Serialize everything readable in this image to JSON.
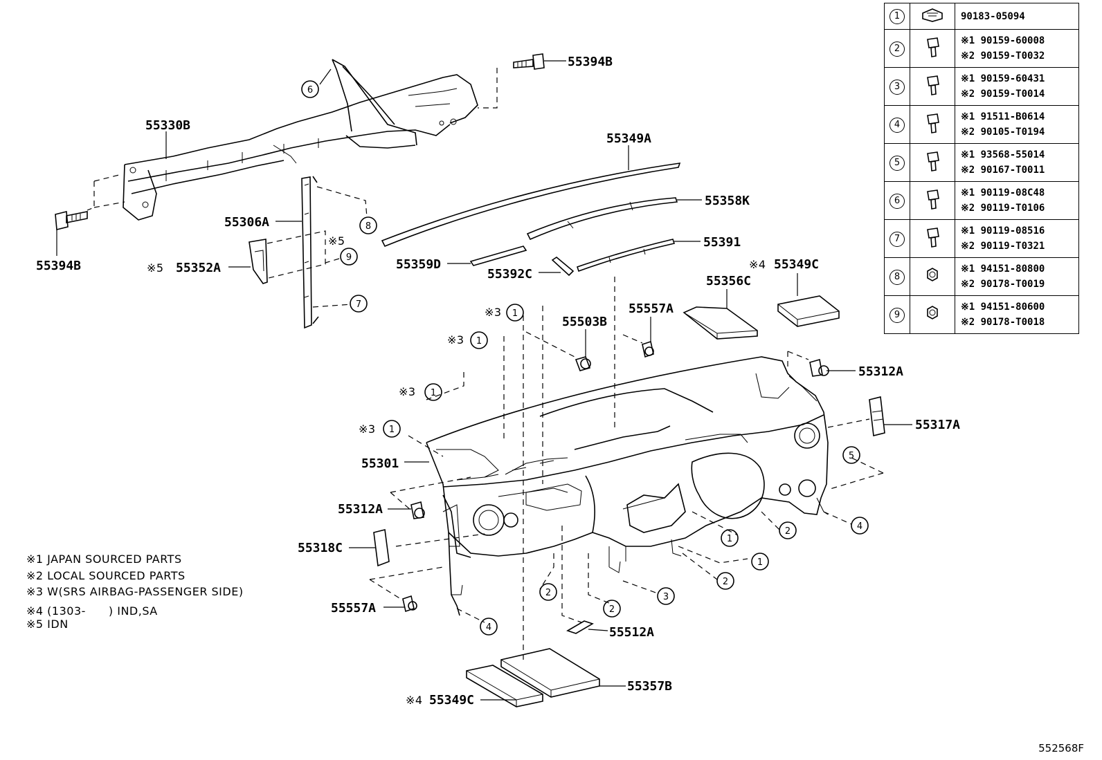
{
  "callouts": {
    "p55394B_top": "55394B",
    "p55330B": "55330B",
    "p55394B_left": "55394B",
    "p55349A": "55349A",
    "p55358K": "55358K",
    "p55306A": "55306A",
    "p55352A": "55352A",
    "p55391": "55391",
    "p55359D": "55359D",
    "p55392C": "55392C",
    "p55349C_top": "55349C",
    "p55356C": "55356C",
    "p55503B": "55503B",
    "p55557A_top": "55557A",
    "p55312A_right": "55312A",
    "p55317A": "55317A",
    "p55301": "55301",
    "p55312A_left": "55312A",
    "p55318C": "55318C",
    "p55557A_bottom": "55557A",
    "p55512A": "55512A",
    "p55357B": "55357B",
    "p55349C_bottom": "55349C"
  },
  "markers": {
    "ref3": "※3",
    "ref4": "※4",
    "ref5": "※5"
  },
  "circle_numbers": {
    "one": "1",
    "two": "2",
    "three": "3",
    "four": "4",
    "five": "5",
    "six": "6",
    "seven": "7",
    "eight": "8",
    "nine": "9"
  },
  "notes": [
    "※1 JAPAN SOURCED PARTS",
    "※2 LOCAL SOURCED PARTS",
    "※3 W(SRS AIRBAG-PASSENGER SIDE)",
    "※4 (1303-　　) IND,SA",
    "※5 IDN"
  ],
  "table": [
    {
      "no": "1",
      "lines": [
        "90183-05094"
      ]
    },
    {
      "no": "2",
      "lines": [
        "※1 90159-60008",
        "※2 90159-T0032"
      ]
    },
    {
      "no": "3",
      "lines": [
        "※1 90159-60431",
        "※2 90159-T0014"
      ]
    },
    {
      "no": "4",
      "lines": [
        "※1 91511-B0614",
        "※2 90105-T0194"
      ]
    },
    {
      "no": "5",
      "lines": [
        "※1 93568-55014",
        "※2 90167-T0011"
      ]
    },
    {
      "no": "6",
      "lines": [
        "※1 90119-08C48",
        "※2 90119-T0106"
      ]
    },
    {
      "no": "7",
      "lines": [
        "※1 90119-08516",
        "※2 90119-T0321"
      ]
    },
    {
      "no": "8",
      "lines": [
        "※1 94151-80800",
        "※2 90178-T0019"
      ]
    },
    {
      "no": "9",
      "lines": [
        "※1 94151-80600",
        "※2 90178-T0018"
      ]
    }
  ],
  "footer_code": "552568F"
}
